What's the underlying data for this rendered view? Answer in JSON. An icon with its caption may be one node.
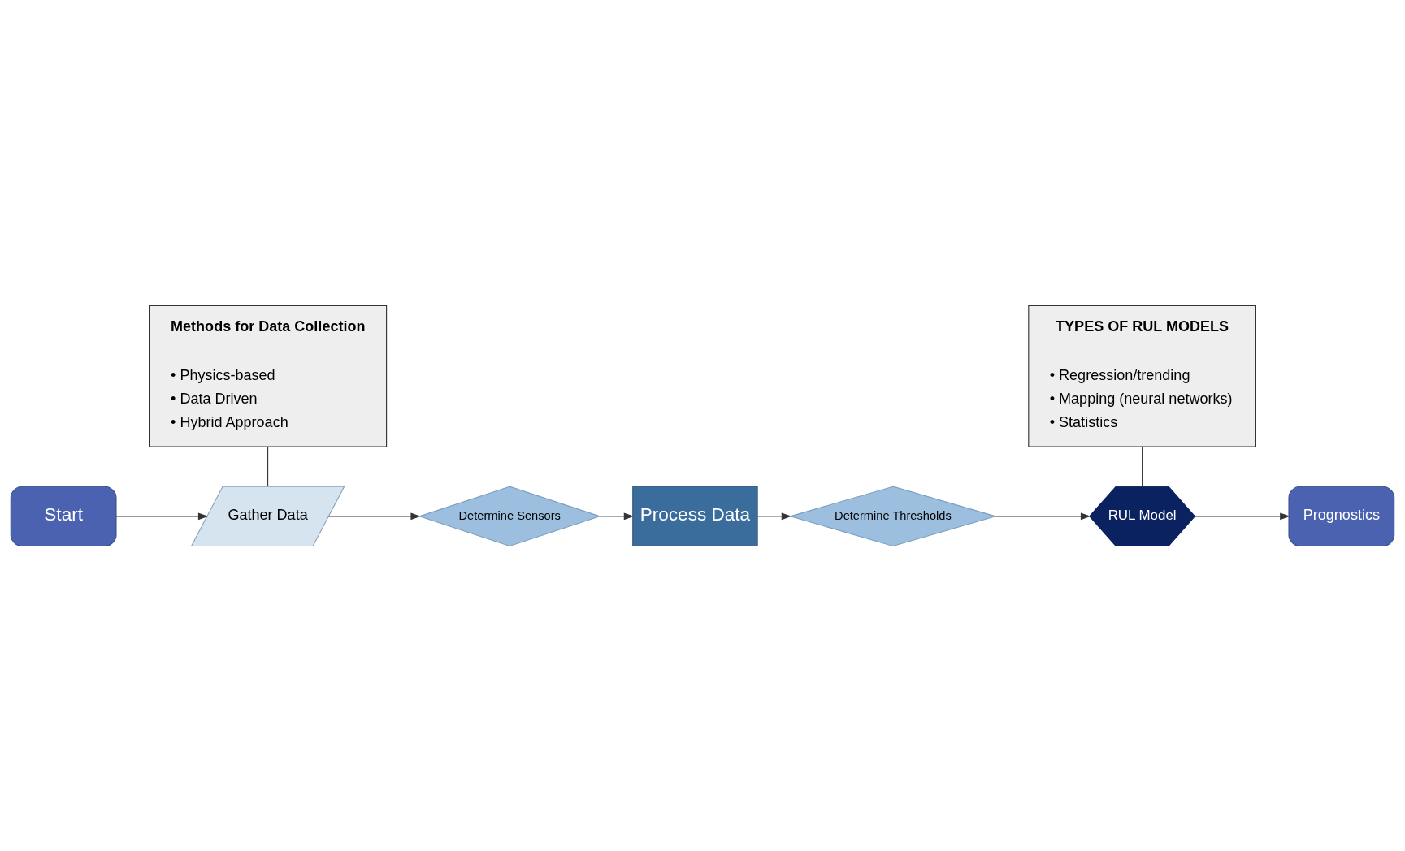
{
  "diagram": {
    "nodes": [
      {
        "text": [
          "Start"
        ]
      },
      {
        "text": [
          "Gather Data"
        ]
      },
      {
        "text": [
          "Determine Sensors"
        ]
      },
      {
        "text": [
          "Process Data"
        ]
      },
      {
        "text": [
          "Determine Thresholds"
        ]
      },
      {
        "text": [
          "RUL Model"
        ]
      },
      {
        "text": [
          "Prognostics"
        ]
      },
      {
        "text": [
          "Methods for Data Collection",
          "• Physics-based",
          "• Data Driven",
          "• Hybrid Approach"
        ]
      },
      {
        "text": [
          "TYPES OF RUL MODELS",
          "• Regression/trending",
          "• Mapping (neural networks)",
          "• Statistics"
        ]
      }
    ],
    "edges": [
      {
        "from": 0,
        "to": 1,
        "arrow": "to"
      },
      {
        "from": 1,
        "to": 2,
        "arrow": "to"
      },
      {
        "from": 2,
        "to": 3,
        "arrow": "to"
      },
      {
        "from": 3,
        "to": 4,
        "arrow": "to"
      },
      {
        "from": 4,
        "to": 5,
        "arrow": "to"
      },
      {
        "from": 5,
        "to": 6,
        "arrow": "to"
      },
      {
        "from": 7,
        "to": 1,
        "arrow": "none"
      },
      {
        "from": 8,
        "to": 5,
        "arrow": "none"
      }
    ]
  }
}
